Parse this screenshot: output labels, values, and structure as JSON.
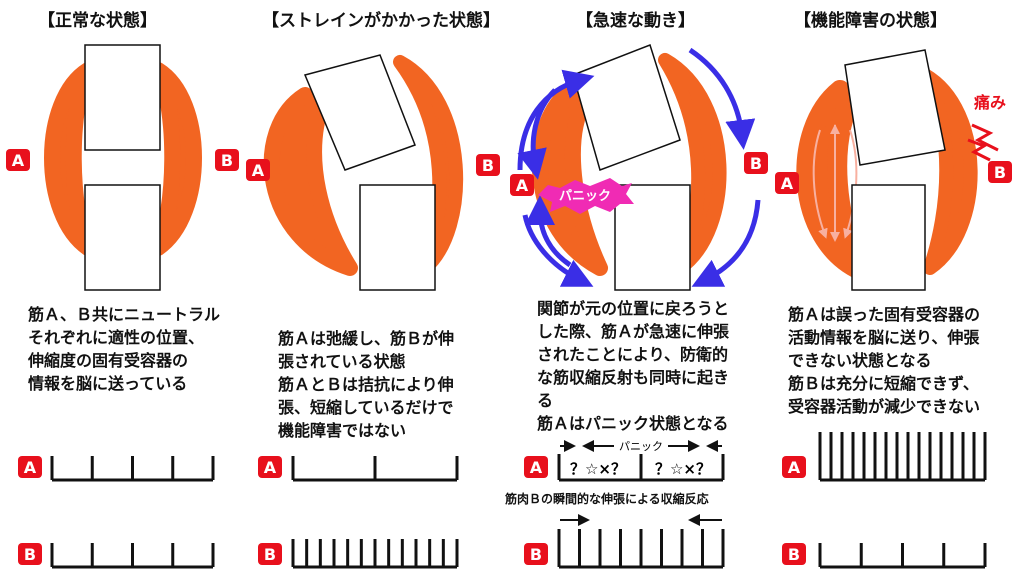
{
  "panels": [
    {
      "title": "【正常な状態】",
      "lines": [
        "筋Ａ、Ｂ共にニュートラル",
        "それぞれに適性の位置、",
        "伸縮度の固有受容器の",
        "情報を脳に送っている"
      ]
    },
    {
      "title": "【ストレインがかかった状態】",
      "lines": [
        "筋Ａは弛緩し、筋Ｂが伸",
        "張されている状態",
        "筋ＡとＢは拮抗により伸",
        "張、短縮しているだけで",
        "機能障害ではない"
      ]
    },
    {
      "title": "【急速な動き】",
      "lines": [
        "関節が元の位置に戻ろうと",
        "した際、筋Ａが急速に伸張",
        "されたことにより、防衛的",
        "な筋収縮反射も同時に起き",
        "る",
        "筋Ａはパニック状態となる"
      ],
      "panic_label": "パニック",
      "bar_panic_label": "パニック",
      "bar_a_text": [
        "？☆×？",
        "？☆×？"
      ],
      "bar_b_caption": "筋肉Ｂの瞬間的な伸張による収縮反応"
    },
    {
      "title": "【機能障害の状態】",
      "lines": [
        "筋Ａは誤った固有受容器の",
        "活動情報を脳に送り、伸張",
        "できない状態となる",
        "筋Ｂは充分に短縮できず、",
        "受容器活動が減少できない"
      ],
      "pain_label": "痛み"
    }
  ],
  "badges": {
    "a": "A",
    "b": "B"
  },
  "colors": {
    "muscle": "#f26522",
    "badge": "#e8101c",
    "arrow_blue": "#3a2ee6",
    "panic_pink": "#f02bb4"
  }
}
